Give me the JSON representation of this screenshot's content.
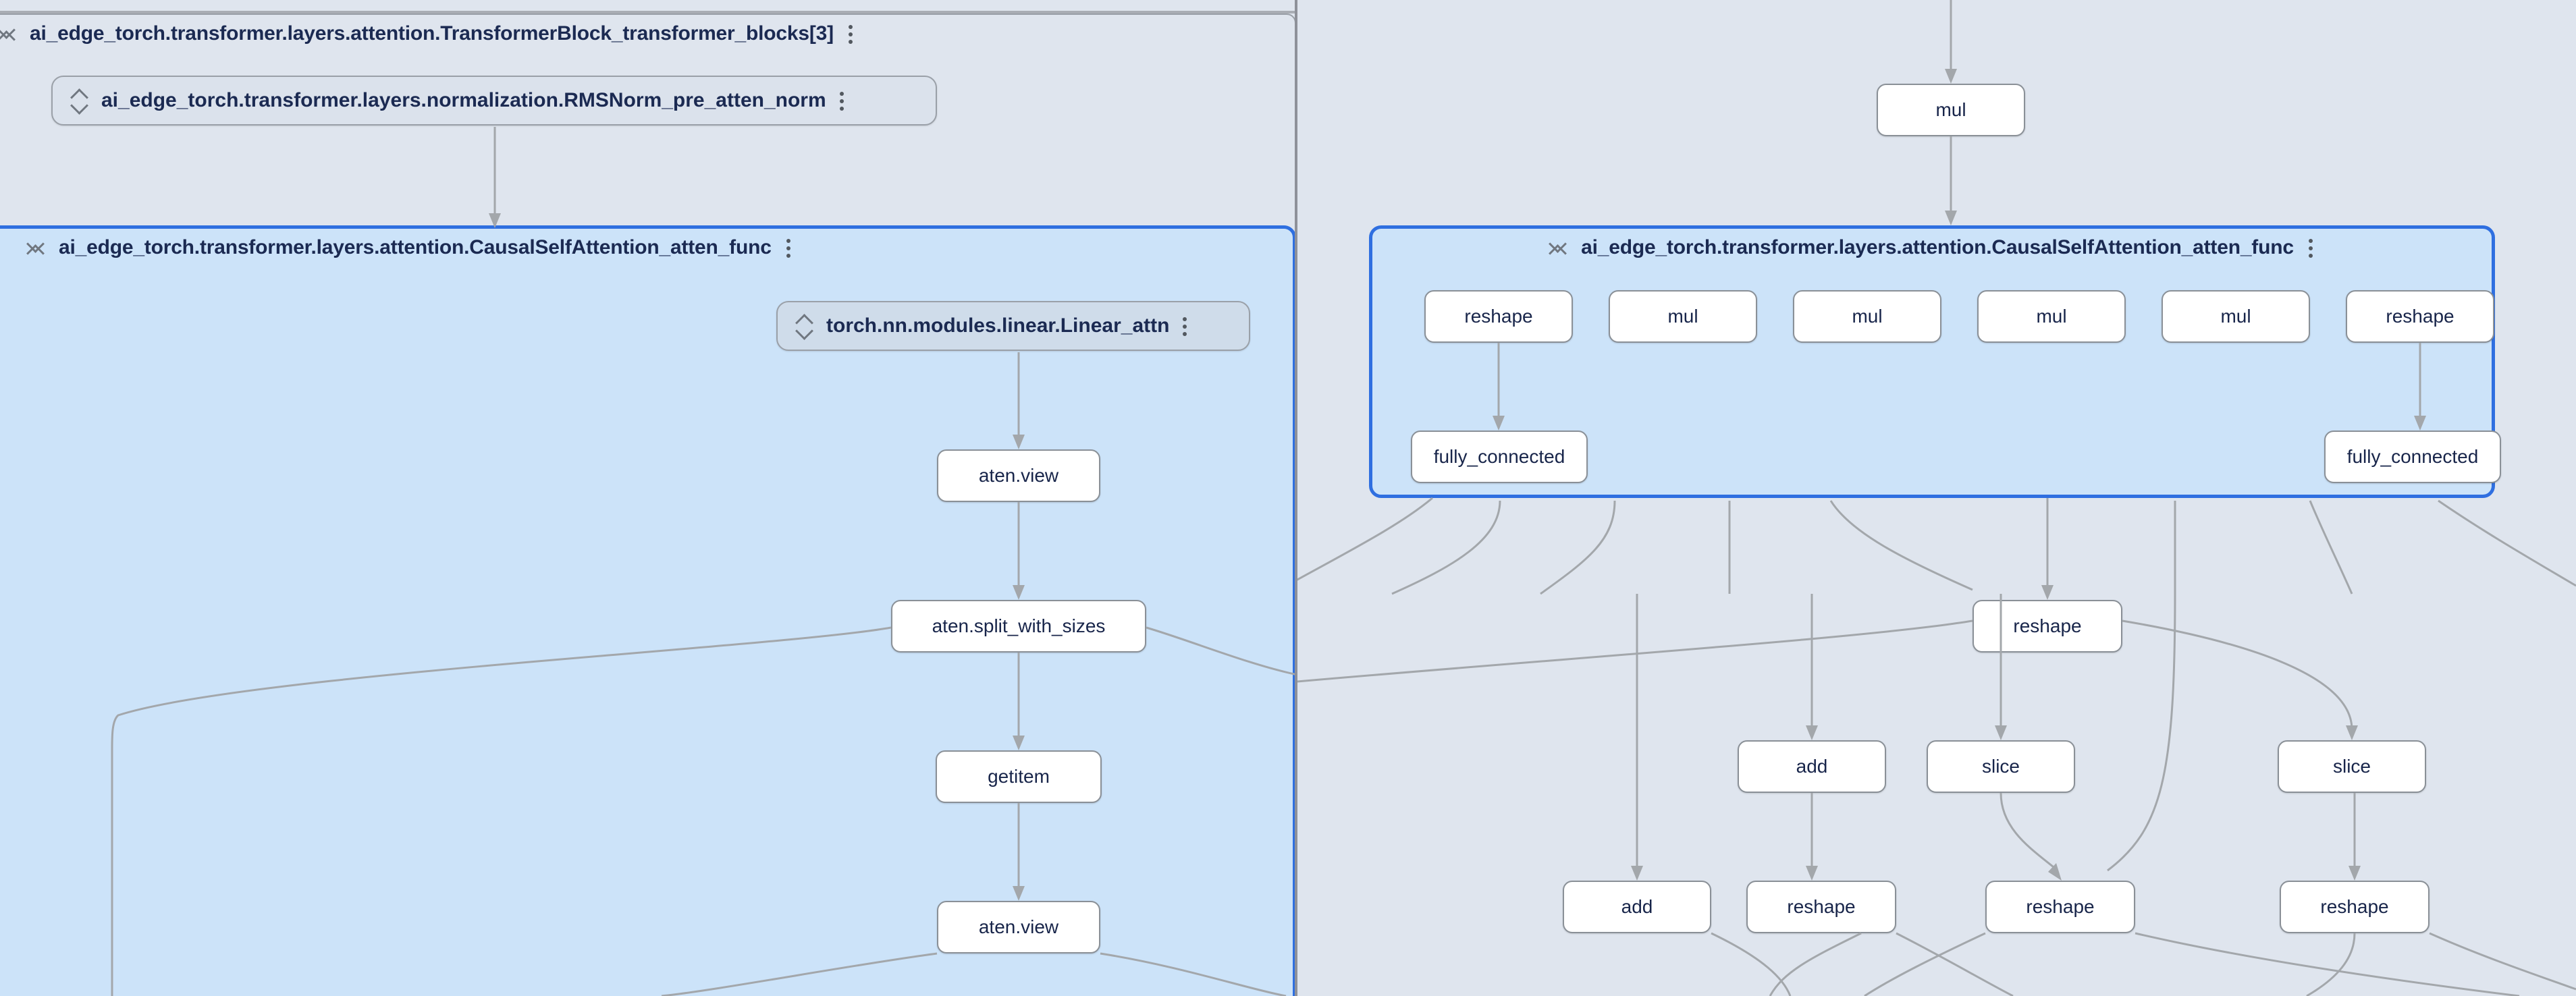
{
  "app": {
    "name": "model-graph-explorer",
    "accent_color": "#2f6fe0",
    "selected_group_fill": "#cce3f9",
    "pane_background": "#dfe5ee",
    "node_fill": "#ffffff",
    "edge_color": "#a3a7ab",
    "text_color": "#18254a"
  },
  "left_pane": {
    "name": "left-graph-pane",
    "transformer_block": {
      "title": "ai_edge_torch.transformer.layers.attention.TransformerBlock_transformer_blocks[3]",
      "collapse_icon": "collapse-chevrons-icon",
      "menu_icon": "kebab-menu-icon"
    },
    "rmsnorm_node": {
      "label": "ai_edge_torch.transformer.layers.normalization.RMSNorm_pre_atten_norm",
      "expand_icon": "expand-chevrons-icon",
      "menu_icon": "kebab-menu-icon"
    },
    "attention_group": {
      "title": "ai_edge_torch.transformer.layers.attention.CausalSelfAttention_atten_func",
      "collapse_icon": "collapse-chevrons-icon",
      "menu_icon": "kebab-menu-icon",
      "selected": true
    },
    "linear_node": {
      "label": "torch.nn.modules.linear.Linear_attn",
      "expand_icon": "expand-chevrons-icon",
      "menu_icon": "kebab-menu-icon"
    },
    "ops": [
      {
        "id": "l-view-1",
        "label": "aten.view"
      },
      {
        "id": "l-split",
        "label": "aten.split_with_sizes"
      },
      {
        "id": "l-getitem",
        "label": "getitem"
      },
      {
        "id": "l-view-2",
        "label": "aten.view"
      }
    ]
  },
  "right_pane": {
    "name": "right-graph-pane",
    "top_op": {
      "id": "r-mul-top",
      "label": "mul"
    },
    "attention_group": {
      "title": "ai_edge_torch.transformer.layers.attention.CausalSelfAttention_atten_func",
      "collapse_icon": "collapse-chevrons-icon",
      "menu_icon": "kebab-menu-icon",
      "selected": true
    },
    "group_ops_row1": [
      {
        "id": "r-reshape-a",
        "label": "reshape"
      },
      {
        "id": "r-mul-a",
        "label": "mul"
      },
      {
        "id": "r-mul-b",
        "label": "mul"
      },
      {
        "id": "r-mul-c",
        "label": "mul"
      },
      {
        "id": "r-mul-d",
        "label": "mul"
      },
      {
        "id": "r-reshape-b",
        "label": "reshape"
      }
    ],
    "group_ops_row2": [
      {
        "id": "r-fc-a",
        "label": "fully_connected"
      },
      {
        "id": "r-fc-b",
        "label": "fully_connected"
      }
    ],
    "ops_below": [
      {
        "id": "r-reshape-c",
        "label": "reshape"
      },
      {
        "id": "r-add-a",
        "label": "add"
      },
      {
        "id": "r-slice-a",
        "label": "slice"
      },
      {
        "id": "r-slice-b",
        "label": "slice"
      },
      {
        "id": "r-add-b",
        "label": "add"
      },
      {
        "id": "r-reshape-d",
        "label": "reshape"
      },
      {
        "id": "r-reshape-e",
        "label": "reshape"
      },
      {
        "id": "r-reshape-f",
        "label": "reshape"
      }
    ]
  }
}
